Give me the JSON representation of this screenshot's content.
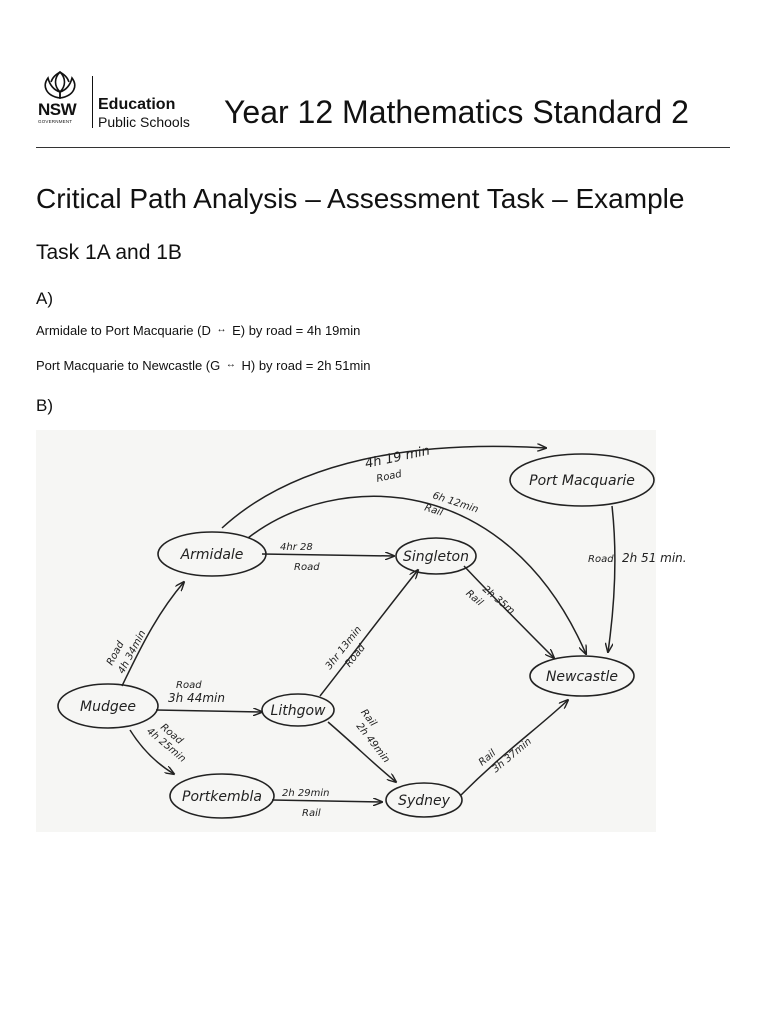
{
  "header": {
    "logo": {
      "nsw": "NSW",
      "government": "GOVERNMENT",
      "education": "Education",
      "public_schools": "Public Schools"
    },
    "title": "Year 12 Mathematics Standard 2"
  },
  "heading": "Critical Path Analysis – Assessment Task – Example",
  "subheading": "Task 1A and 1B",
  "part_a": {
    "label": "A)",
    "line1": {
      "before": "Armidale to Port Macquarie (D",
      "symbol": "↔",
      "after": "E) by road = 4h 19min"
    },
    "line2": {
      "before": "Port Macquarie to Newcastle (G",
      "symbol": "↔",
      "after": "H) by road = 2h 51min"
    }
  },
  "part_b": {
    "label": "B)",
    "network": {
      "nodes": {
        "armidale": "Armidale",
        "port_macquarie": "Port Macquarie",
        "singleton": "Singleton",
        "mudgee": "Mudgee",
        "lithgow": "Lithgow",
        "newcastle": "Newcastle",
        "port_kembla": "Portkembla",
        "sydney": "Sydney"
      },
      "edges": {
        "armidale_portmac": {
          "time": "4h 19 min",
          "mode": "Road"
        },
        "armidale_newcastle": {
          "time": "6h 12min",
          "mode": "Rail"
        },
        "armidale_singleton": {
          "time": "4hr 28",
          "mode": "Road"
        },
        "portmac_newcastle": {
          "time": "2h 51 min.",
          "mode": "Road"
        },
        "singleton_newcastle": {
          "time": "2h 35m",
          "mode": "Rail"
        },
        "mudgee_armidale": {
          "time": "4h 34min",
          "mode": "Road"
        },
        "mudgee_lithgow": {
          "time": "3h 44min",
          "mode": "Road"
        },
        "mudgee_portkembla": {
          "time": "4h 25min",
          "mode": "Road"
        },
        "lithgow_singleton": {
          "time": "3hr 13min",
          "mode": "Road"
        },
        "lithgow_sydney": {
          "time": "2h 49min",
          "mode": "Rail"
        },
        "portkembla_sydney": {
          "time": "2h 29min",
          "mode": "Rail"
        },
        "sydney_newcastle": {
          "time": "3h 37min",
          "mode": "Rail"
        }
      }
    }
  }
}
